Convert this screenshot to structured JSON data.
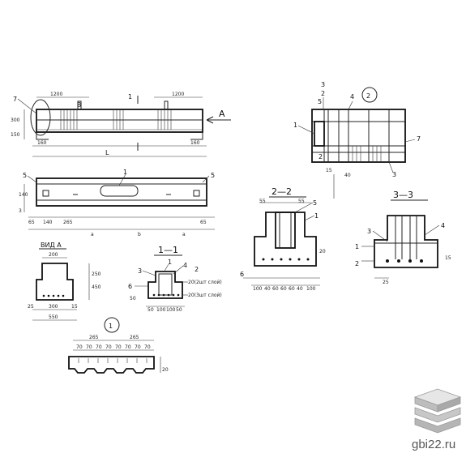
{
  "beam_elevation": {
    "dim_left": "1200",
    "dim_right": "1200",
    "dim_h1": "300",
    "dim_h2": "150",
    "dim_end1": "160",
    "dim_end2": "160",
    "length": "L",
    "view_arrow": "A",
    "section_mark": "1",
    "callout_7": "7",
    "callout_8": "8"
  },
  "beam_plan": {
    "callout_1": "1",
    "callout_5a": "5",
    "callout_5b": "5",
    "dim_140": "140",
    "dim_3": "3",
    "dim_65a": "65",
    "dim_140b": "140",
    "dim_265": "265",
    "dim_a1": "a",
    "dim_b": "b",
    "dim_a2": "a",
    "dim_65b": "65"
  },
  "view_a": {
    "title": "ВИД А",
    "dim_200": "200",
    "dim_250": "250",
    "dim_450": "450",
    "dim_25": "25",
    "dim_300": "300",
    "dim_15": "15",
    "dim_550": "550"
  },
  "section_1_1": {
    "title": "1—1",
    "callout_1": "1",
    "callout_3": "3",
    "callout_4": "4",
    "callout_6": "6",
    "callout_2": "2",
    "note_top": "20(2шт слой)",
    "note_bot": "20(3шт слой)",
    "dim_50": "50",
    "dims_bottom": [
      "50",
      "100",
      "100",
      "50"
    ]
  },
  "section_2_2": {
    "title": "2—2",
    "dim_55a": "55",
    "dim_55b": "55",
    "callout_5": "5",
    "callout_1": "1",
    "callout_6": "6",
    "dim_side": "20",
    "dims_bottom": [
      "100",
      "40",
      "60",
      "60",
      "60",
      "40",
      "100"
    ]
  },
  "detail_2": {
    "marker": "2",
    "callout_1": "1",
    "callout_2": "2",
    "callout_2b": "2",
    "callout_3": "3",
    "callout_3b": "3",
    "callout_4": "4",
    "callout_5": "5",
    "callout_7": "7",
    "dim_15": "15",
    "dim_40": "40"
  },
  "section_3_3": {
    "title": "3—3",
    "callout_3": "3",
    "callout_4": "4",
    "callout_1": "1",
    "callout_2": "2",
    "dim_15": "15",
    "dim_25": "25"
  },
  "detail_1": {
    "marker": "1",
    "dim_265a": "265",
    "dim_265b": "265",
    "dims_top": [
      "70",
      "70",
      "70",
      "70",
      "70",
      "70",
      "70",
      "70"
    ],
    "dim_side": "20"
  },
  "brand": {
    "site": "gbi22.ru"
  }
}
